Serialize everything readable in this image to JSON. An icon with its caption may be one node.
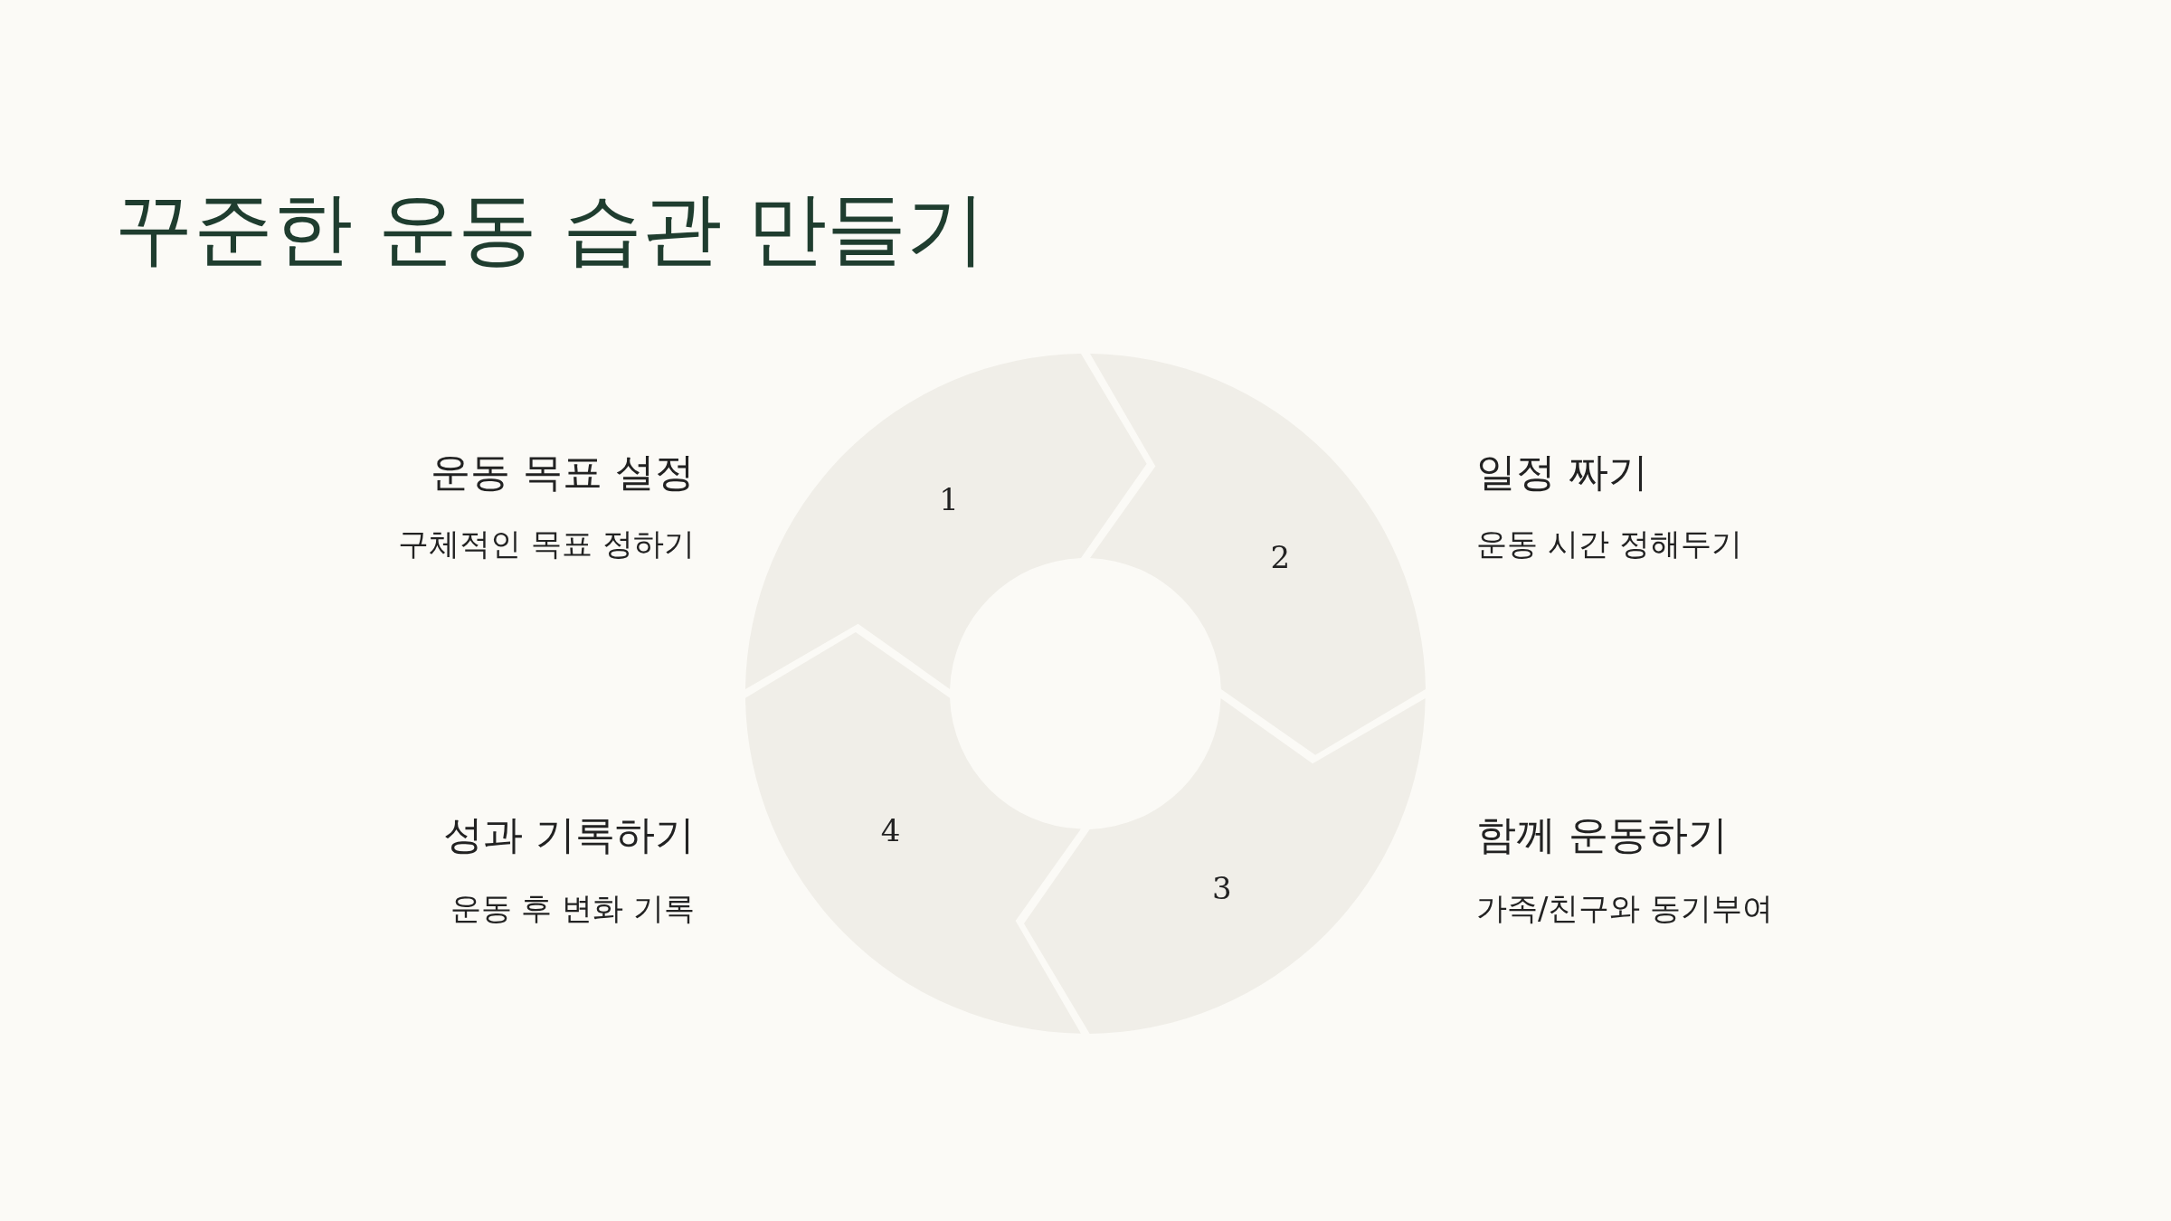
{
  "diagram": {
    "title": "꾸준한 운동 습관 만들기",
    "nodes": [
      {
        "text": [
          "1"
        ],
        "beside": [
          "운동 목표 설정",
          "구체적인 목표 정하기"
        ]
      },
      {
        "text": [
          "2"
        ],
        "beside": [
          "일정 짜기",
          "운동 시간 정해두기"
        ]
      },
      {
        "text": [
          "3"
        ],
        "beside": [
          "함께 운동하기",
          "가족/친구와 동기부여"
        ]
      },
      {
        "text": [
          "4"
        ],
        "beside": [
          "성과 기록하기",
          "운동 후 변화 기록"
        ]
      }
    ]
  }
}
